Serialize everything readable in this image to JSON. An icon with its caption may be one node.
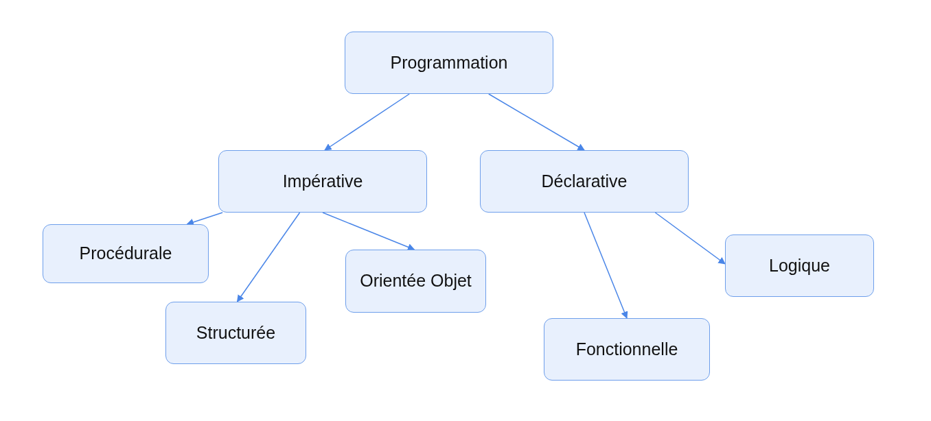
{
  "diagram": {
    "nodes": [
      {
        "text": [
          "Programmation"
        ]
      },
      {
        "text": [
          "Impérative"
        ]
      },
      {
        "text": [
          "Déclarative"
        ]
      },
      {
        "text": [
          "Procédurale"
        ]
      },
      {
        "text": [
          "Structurée"
        ]
      },
      {
        "text": [
          "Orientée Objet"
        ]
      },
      {
        "text": [
          "Fonctionnelle"
        ]
      },
      {
        "text": [
          "Logique"
        ]
      }
    ],
    "edges": [
      {
        "from": 0,
        "to": 1,
        "arrow": "to"
      },
      {
        "from": 0,
        "to": 2,
        "arrow": "to"
      },
      {
        "from": 1,
        "to": 3,
        "arrow": "to"
      },
      {
        "from": 1,
        "to": 4,
        "arrow": "to"
      },
      {
        "from": 1,
        "to": 5,
        "arrow": "to"
      },
      {
        "from": 2,
        "to": 6,
        "arrow": "to"
      },
      {
        "from": 2,
        "to": 7,
        "arrow": "to"
      }
    ]
  }
}
